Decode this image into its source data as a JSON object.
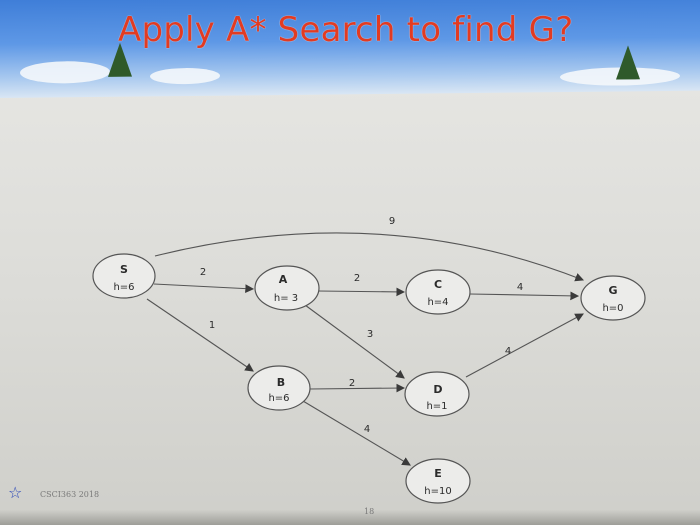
{
  "title": "Apply A* Search to find G?",
  "nodes": [
    {
      "id": "S",
      "name": "S",
      "h": "h=6"
    },
    {
      "id": "A",
      "name": "A",
      "h": "h= 3"
    },
    {
      "id": "B",
      "name": "B",
      "h": "h=6"
    },
    {
      "id": "C",
      "name": "C",
      "h": "h=4"
    },
    {
      "id": "D",
      "name": "D",
      "h": "h=1"
    },
    {
      "id": "E",
      "name": "E",
      "h": "h=10"
    },
    {
      "id": "G",
      "name": "G",
      "h": "h=0"
    }
  ],
  "edges": [
    {
      "from": "S",
      "to": "A",
      "weight": "2"
    },
    {
      "from": "S",
      "to": "B",
      "weight": "1"
    },
    {
      "from": "S",
      "to": "G",
      "weight": "9"
    },
    {
      "from": "A",
      "to": "C",
      "weight": "2"
    },
    {
      "from": "A",
      "to": "D",
      "weight": "3"
    },
    {
      "from": "B",
      "to": "D",
      "weight": "2"
    },
    {
      "from": "B",
      "to": "E",
      "weight": "4"
    },
    {
      "from": "C",
      "to": "G",
      "weight": "4"
    },
    {
      "from": "D",
      "to": "G",
      "weight": "4"
    }
  ],
  "footer": {
    "course": "CSCI363 2018",
    "page": "18"
  },
  "colors": {
    "title": "#e23b22",
    "banner": "#4a86dc",
    "ink": "#2b2b2b"
  }
}
